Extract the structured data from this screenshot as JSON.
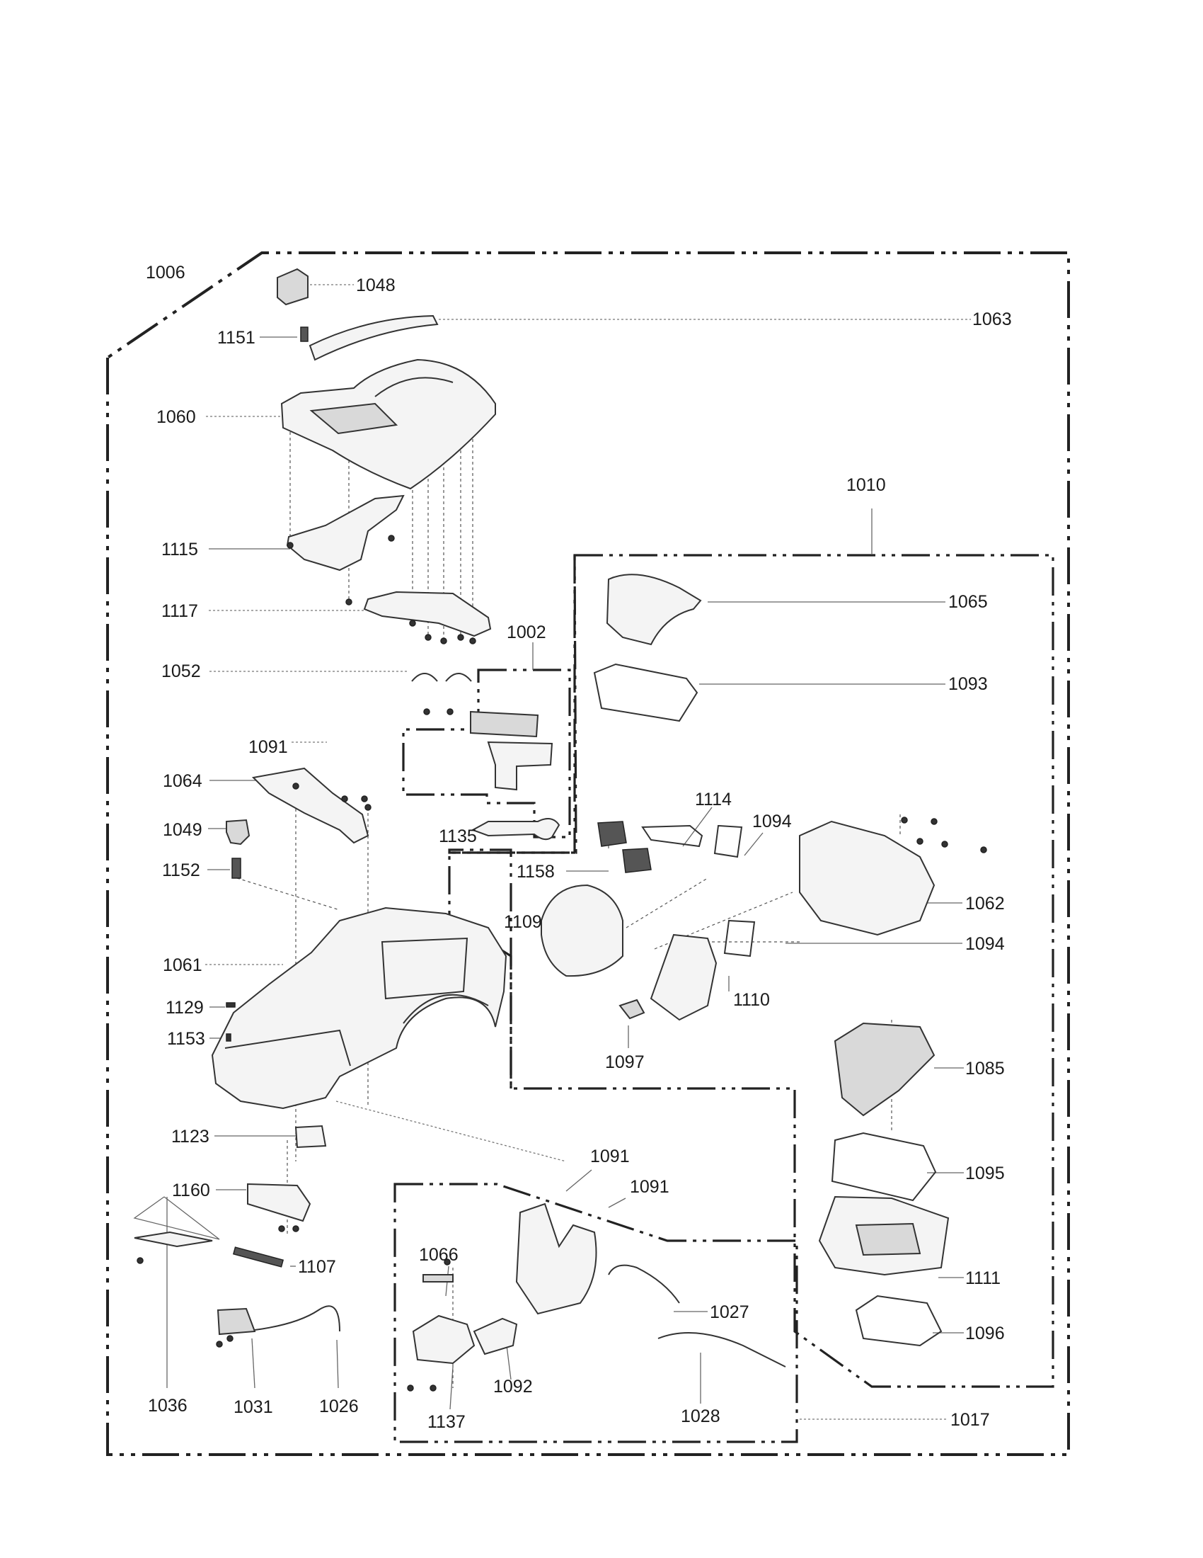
{
  "diagram": {
    "labels": {
      "l1006": "1006",
      "l1048": "1048",
      "l1063": "1063",
      "l1151": "1151",
      "l1060": "1060",
      "l1010": "1010",
      "l1115": "1115",
      "l1065": "1065",
      "l1117": "1117",
      "l1002": "1002",
      "l1052": "1052",
      "l1093": "1093",
      "l1091a": "1091",
      "l1064": "1064",
      "l1114": "1114",
      "l1094a": "1094",
      "l1049": "1049",
      "l1135": "1135",
      "l1152": "1152",
      "l1158": "1158",
      "l1062": "1062",
      "l1109": "1109",
      "l1094b": "1094",
      "l1061": "1061",
      "l1110": "1110",
      "l1129": "1129",
      "l1153": "1153",
      "l1097": "1097",
      "l1085": "1085",
      "l1123": "1123",
      "l1091b": "1091",
      "l1095": "1095",
      "l1160": "1160",
      "l1091c": "1091",
      "l1066": "1066",
      "l1107": "1107",
      "l1111": "1111",
      "l1027": "1027",
      "l1096": "1096",
      "l1092": "1092",
      "l1036": "1036",
      "l1031": "1031",
      "l1026": "1026",
      "l1028": "1028",
      "l1137": "1137",
      "l1017": "1017"
    }
  }
}
